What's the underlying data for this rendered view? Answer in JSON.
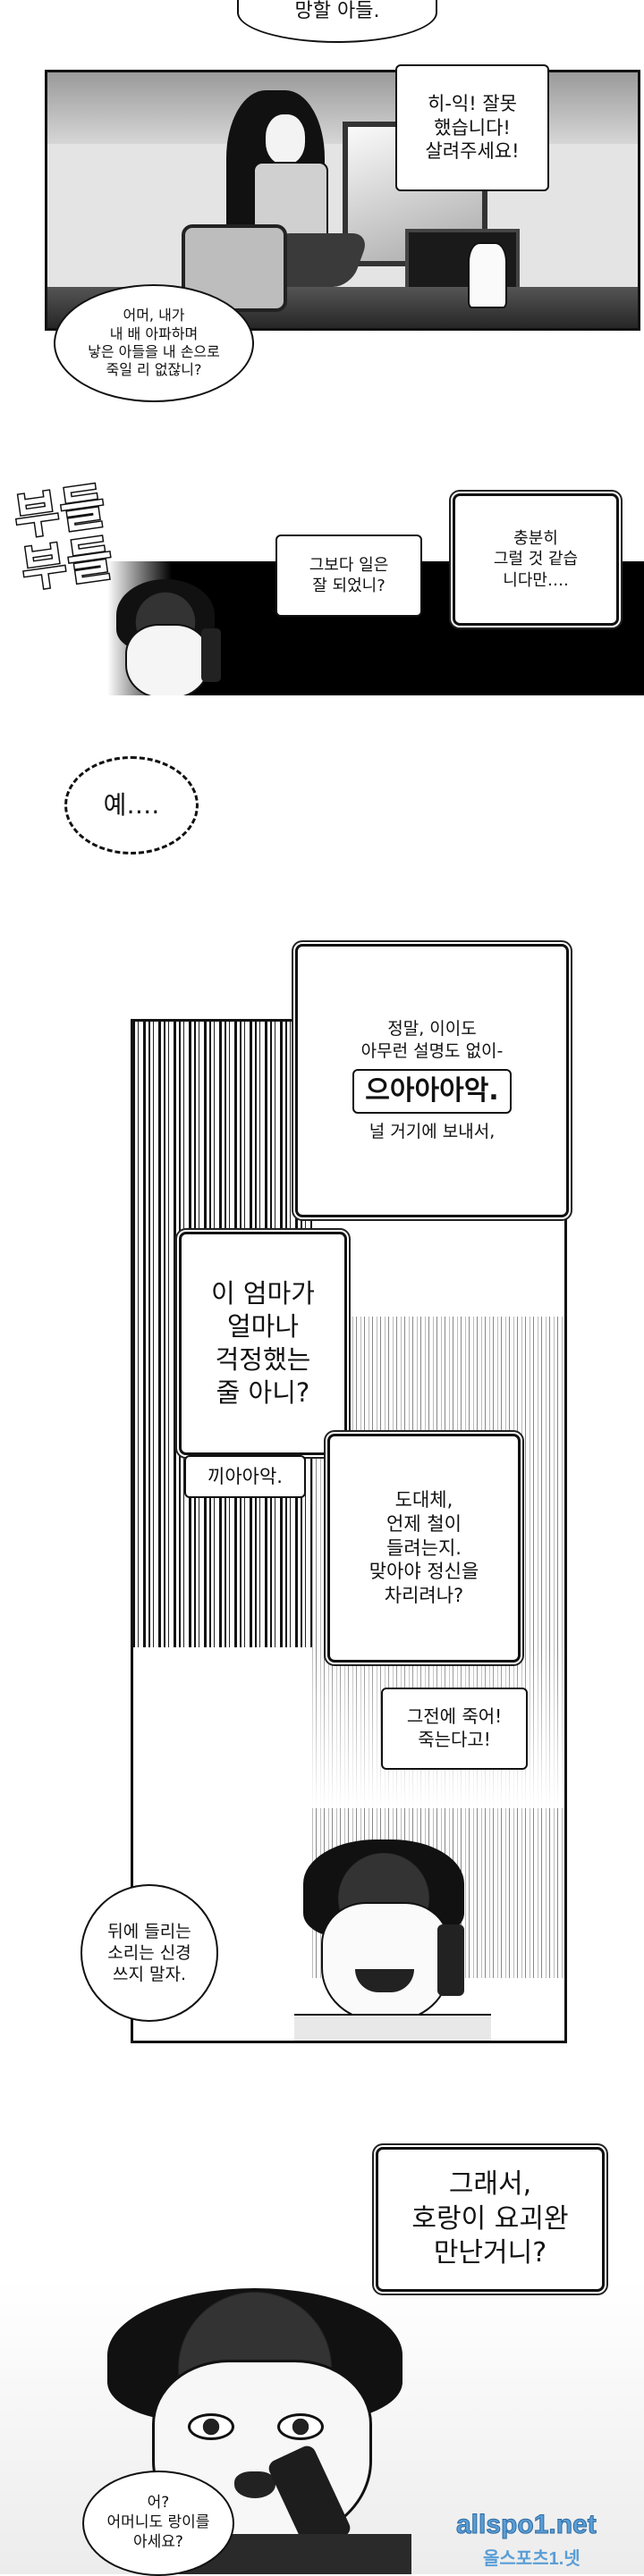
{
  "panel1": {
    "top_bubble": "망할 아들.",
    "bubble_apology": "히-익! 잘못\n했습니다!\n살려주세요!",
    "bubble_mother": "어머, 내가\n내 배 아파하며\n낳은 아들을 내 손으로\n죽일 리 없잖니?"
  },
  "panel2": {
    "sfx": "부들부들",
    "bubble_left": "그보다 일은\n잘 되었니?",
    "bubble_right": "충분히\n그럴 것 같습\n니다만…."
  },
  "standalone": {
    "bubble_ye": "예…."
  },
  "panel3": {
    "bubble_top_line1": "정말, 이이도\n아무런 설명도 없이-",
    "scream_1": "으아아아악.",
    "bubble_top_line2": "널 거기에 보내서,",
    "bubble_mid": "이 엄마가\n얼마나\n걱정했는\n줄 아니?",
    "scream_2": "끼아아악.",
    "bubble_right": "도대체,\n언제 철이\n들려는지.\n맞아야 정신을\n차리려나?",
    "scream_3": "그전에 죽어!\n죽는다고!",
    "bubble_son": "뒤에 들리는\n소리는 신경\n쓰지 말자."
  },
  "panel4": {
    "bubble_top": "그래서,\n호랑이 요괴완\n만난거니?",
    "bubble_bottom": "어?\n어머니도 랑이를\n아세요?"
  },
  "watermark": {
    "site": "allspo1.net",
    "site_korean": "올스포츠1.넷"
  }
}
